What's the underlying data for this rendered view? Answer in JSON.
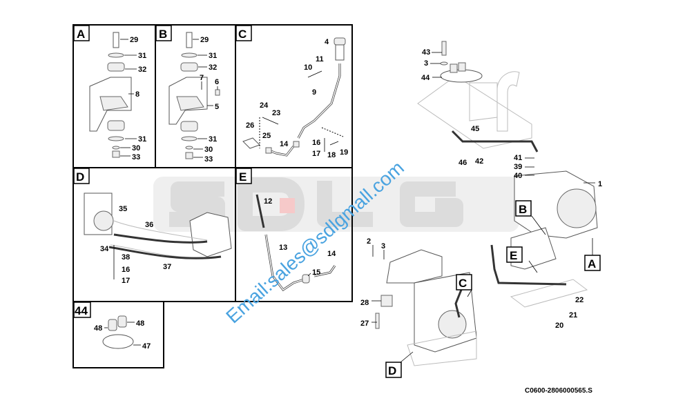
{
  "watermark": {
    "brand": "SDLG",
    "email": "Email:sales@sdlgmall.com",
    "color": "#4aa3e0"
  },
  "panels": {
    "A": "A",
    "B": "B",
    "C": "C",
    "D": "D",
    "E": "E",
    "kit": "44"
  },
  "main_labels": {
    "A": "A",
    "B": "B",
    "C": "C",
    "D": "D",
    "E": "E"
  },
  "callouts": {
    "A": [
      "29",
      "31",
      "32",
      "8",
      "31",
      "30",
      "33"
    ],
    "B": [
      "29",
      "31",
      "32",
      "7",
      "6",
      "5",
      "31",
      "30",
      "33"
    ],
    "C": [
      "4",
      "11",
      "10",
      "9",
      "24",
      "23",
      "26",
      "25",
      "14",
      "16",
      "17",
      "18",
      "19"
    ],
    "D": [
      "35",
      "36",
      "34",
      "38",
      "37",
      "16",
      "17"
    ],
    "E": [
      "12",
      "13",
      "15",
      "14"
    ],
    "kit": [
      "48",
      "48",
      "47"
    ],
    "main": [
      "43",
      "3",
      "44",
      "45",
      "46",
      "42",
      "41",
      "39",
      "40",
      "1",
      "2",
      "3",
      "28",
      "27",
      "22",
      "21",
      "20"
    ]
  },
  "drawing_code": "C0600-2806000565.S"
}
